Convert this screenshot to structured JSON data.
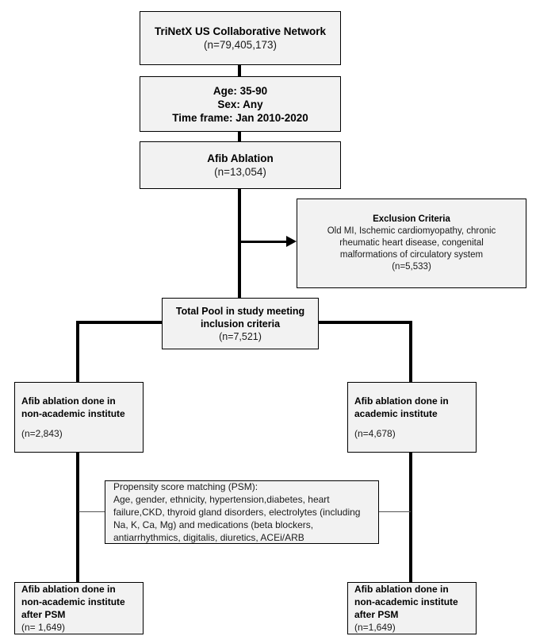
{
  "figure": {
    "type": "flowchart",
    "title": "Study cohort selection flow diagram",
    "colors": {
      "box_fill": "#f2f2f2",
      "box_border": "#000000",
      "connector": "#000000",
      "text": "#1a1a1a"
    }
  },
  "nodes": {
    "source": {
      "heading": "TriNetX US Collaborative Network",
      "count": "(n=79,405,173)"
    },
    "criteria": {
      "line1": "Age: 35-90",
      "line2": "Sex: Any",
      "line3": "Time frame: Jan 2010-2020"
    },
    "ablation": {
      "heading": "Afib Ablation",
      "count": "(n=13,054)"
    },
    "exclusion": {
      "heading": "Exclusion Criteria",
      "line1": "Old MI, Ischemic cardiomyopathy, chronic",
      "line2": "rheumatic heart disease, congenital",
      "line3": "malformations of circulatory system",
      "count": "(n=5,533)"
    },
    "total_pool": {
      "line1": "Total Pool in study meeting",
      "line2": "inclusion criteria",
      "count": "(n=7,521)"
    },
    "non_academic": {
      "line1": "Afib ablation done in",
      "line2": "non-academic institute",
      "count": "(n=2,843)"
    },
    "academic": {
      "line1": "Afib ablation done in",
      "line2": "academic institute",
      "count": "(n=4,678)"
    },
    "psm": {
      "line1": "Propensity score matching (PSM):",
      "line2": "Age, gender, ethnicity, hypertension,diabetes, heart",
      "line3": "failure,CKD, thyroid gland disorders, electrolytes (including",
      "line4": "Na, K, Ca, Mg) and medications (beta blockers,",
      "line5": "antiarrhythmics, digitalis, diuretics, ACEi/ARB"
    },
    "non_academic_psm": {
      "line1": "Afib ablation done in",
      "line2": "non-academic institute",
      "line3": "after PSM",
      "count": "(n= 1,649)"
    },
    "academic_psm": {
      "line1": "Afib ablation done in",
      "line2": "non-academic institute",
      "line3": "after PSM",
      "count": "(n=1,649)"
    }
  }
}
